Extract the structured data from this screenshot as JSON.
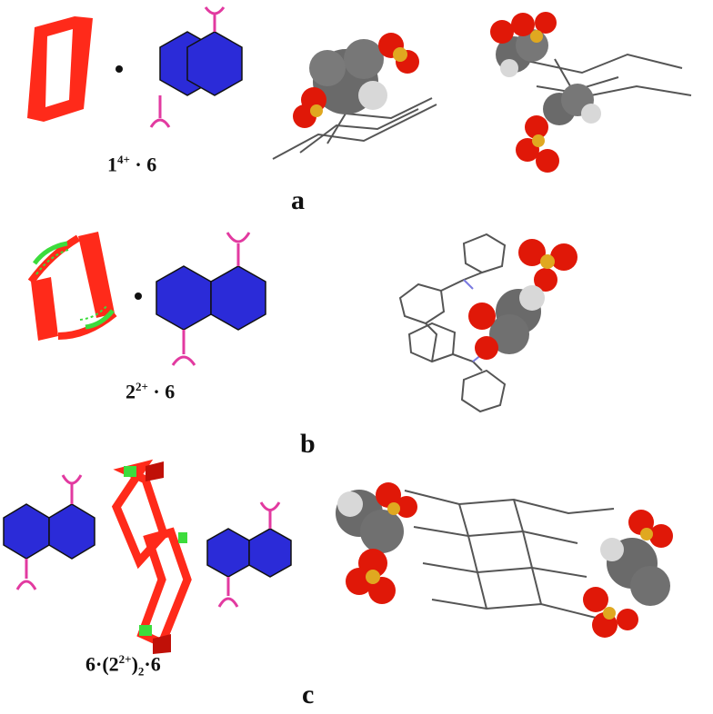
{
  "panels": [
    {
      "id": "a",
      "letter": "a",
      "formula": {
        "base": "1",
        "charge": "4+",
        "rest": " · 6"
      }
    },
    {
      "id": "b",
      "letter": "b",
      "formula": {
        "base": "2",
        "charge": "2+",
        "rest": " · 6"
      }
    },
    {
      "id": "c",
      "letter": "c",
      "formula": {
        "base": "6·(2",
        "charge": "2+",
        "rest": ")",
        "sub": "2",
        "tail": "·6"
      }
    }
  ],
  "colors": {
    "macrocycle": "#ff2a1a",
    "macrocycle_dark": "#c01008",
    "naphthalene": "#2b2bd8",
    "sulfonate": "#e23aa0",
    "hbond": "#3cdc3c",
    "oxygen": "#e01808",
    "sulfur": "#e0a820",
    "carbon": "#6a6a6a",
    "hydrogen": "#d8d8d8",
    "nitrogen": "#7a7ae0",
    "stick": "#555555"
  }
}
